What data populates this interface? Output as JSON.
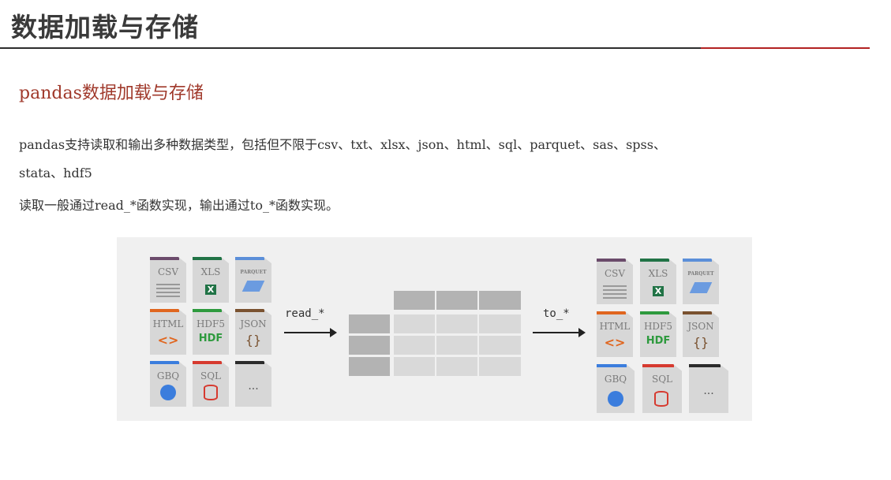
{
  "header": {
    "title": "数据加载与存储"
  },
  "section": {
    "subtitle": "pandas数据加载与存储"
  },
  "body": {
    "line1": "pandas支持读取和输出多种数据类型，包括但不限于csv、txt、xlsx、json、html、sql、parquet、sas、spss、",
    "line1_cont": "stata、hdf5",
    "line2": "读取一般通过read_*函数实现，输出通过to_*函数实现。"
  },
  "figure": {
    "read_label": "read_*",
    "to_label": "to_*",
    "formats": {
      "csv": "CSV",
      "xls": "XLS",
      "parquet": "PARQUET",
      "html": "HTML",
      "hdf5": "HDF5",
      "json": "JSON",
      "gbq": "GBQ",
      "sql": "SQL",
      "more": "..."
    },
    "icons": {
      "excel": "X",
      "html_code": "<>",
      "hdf_logo": "HDF",
      "braces": "{}"
    },
    "colors": {
      "csv": "#6b4b6b",
      "xls": "#217346",
      "parquet": "#5b8fd9",
      "html": "#e0661f",
      "hdf5": "#2e9a3e",
      "json": "#7a5230",
      "gbq": "#3b7ddd",
      "sql": "#d63a2f",
      "more": "#2b2b2b"
    }
  }
}
